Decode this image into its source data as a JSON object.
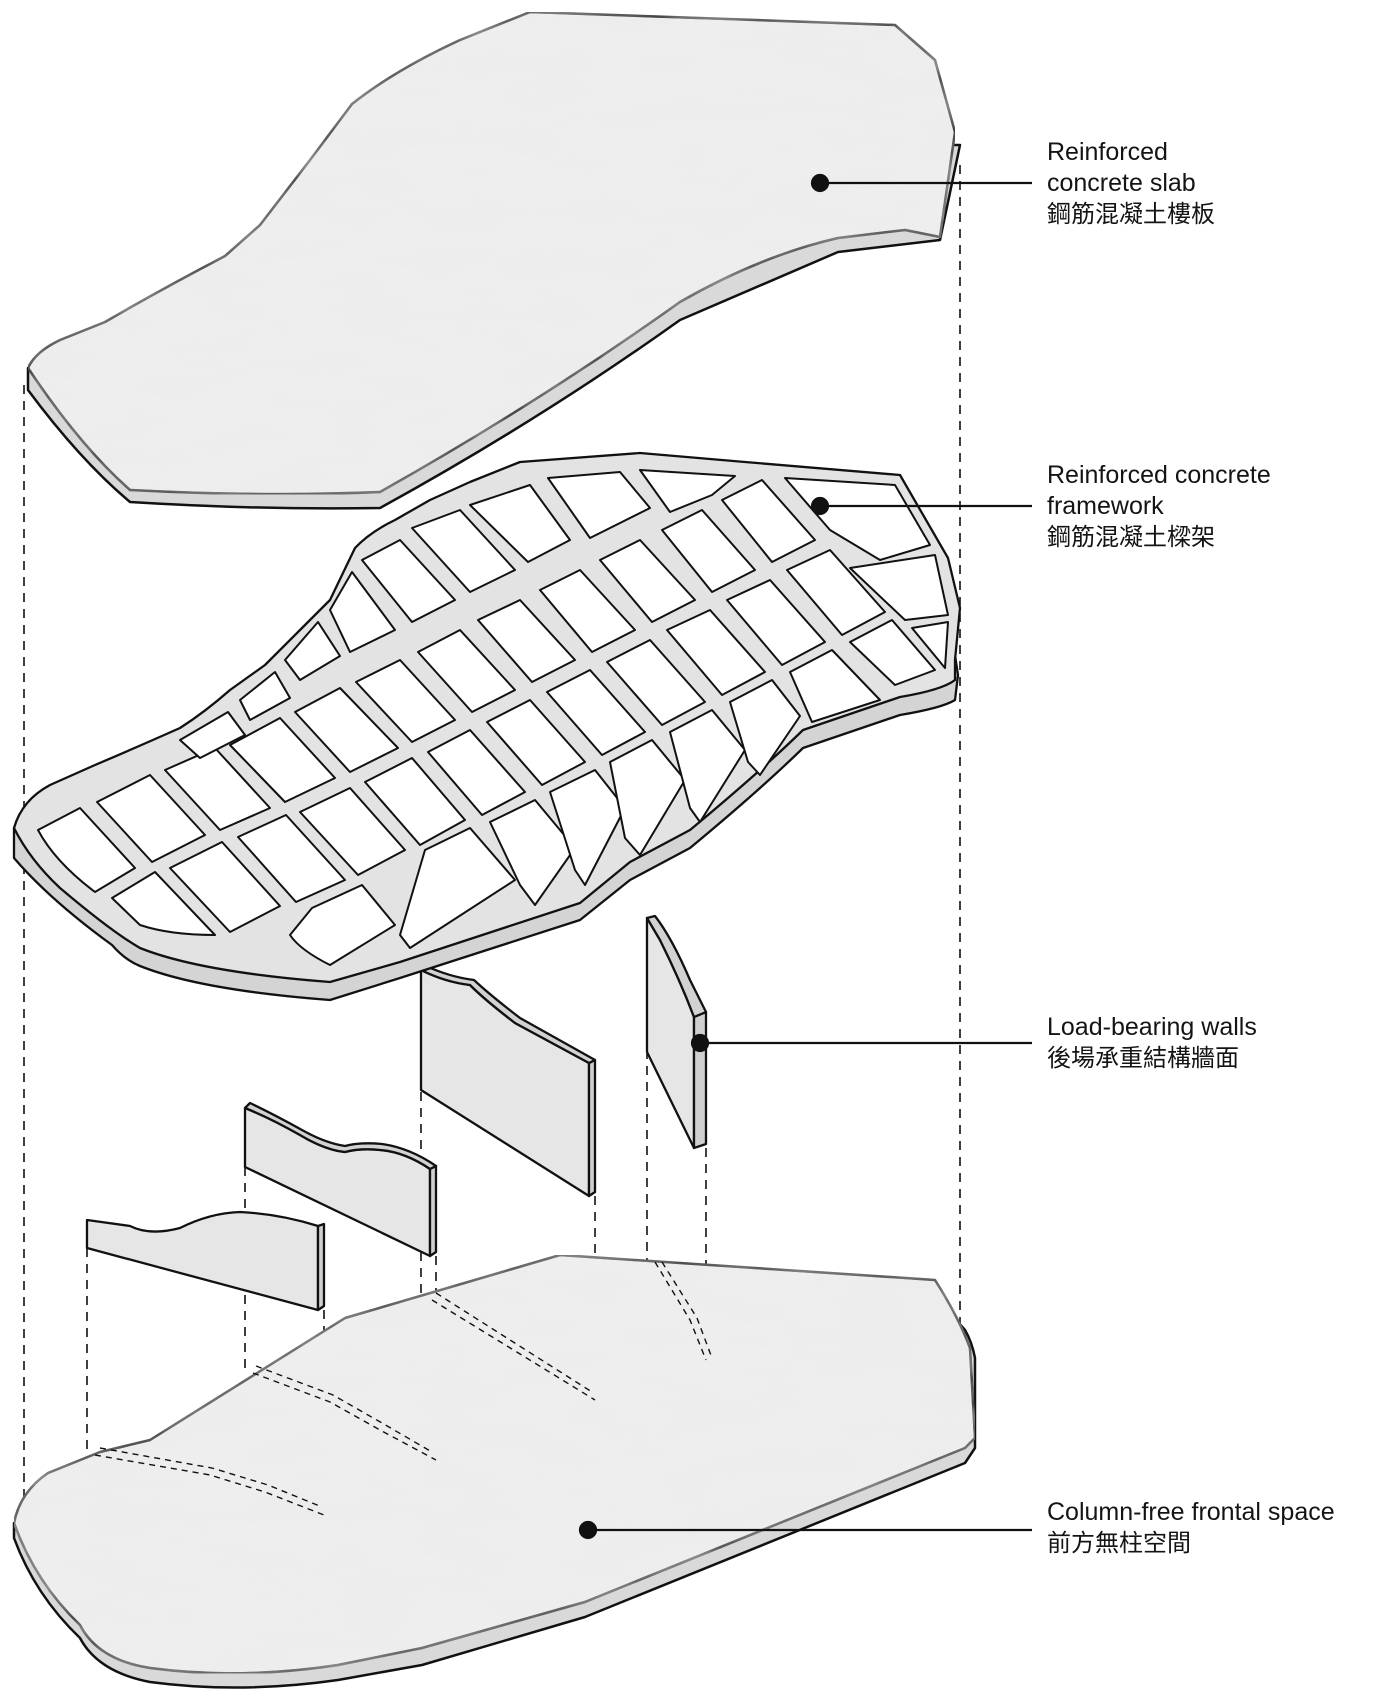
{
  "labels": {
    "slab": {
      "line1": "Reinforced",
      "line2": "concrete slab",
      "zh": "鋼筋混凝土樓板"
    },
    "framework": {
      "line1": "Reinforced concrete",
      "line2": "framework",
      "zh": "鋼筋混凝土樑架"
    },
    "walls": {
      "line1": "Load-bearing walls",
      "zh": "後場承重結構牆面"
    },
    "space": {
      "line1": "Column-free frontal space",
      "zh": "前方無柱空間"
    }
  },
  "colors": {
    "line": "#111111",
    "surface": "#e9e9e9",
    "edge": "#d6d6d6",
    "frame_side": "#d8d8d8"
  }
}
